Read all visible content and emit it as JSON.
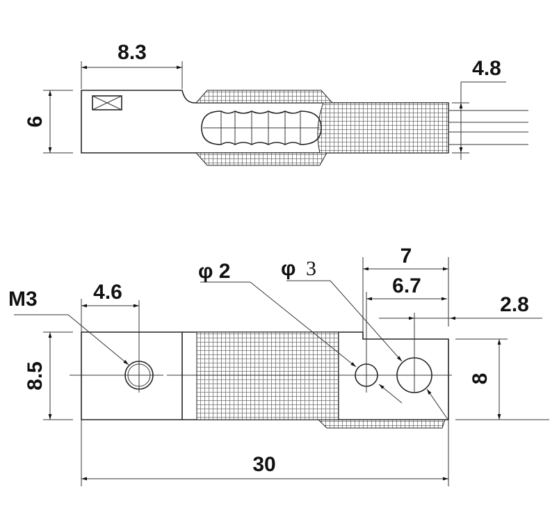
{
  "top_view": {
    "dim_length_tab": "8.3",
    "dim_height": "6",
    "dim_wire_bundle": "4.8"
  },
  "bottom_view": {
    "label_m3": "M3",
    "dim_m3_offset": "4.6",
    "label_phi2": "φ 2",
    "label_phi3_symbol": "φ",
    "label_phi3_value": "3",
    "dim_7": "7",
    "dim_6_7": "6.7",
    "dim_2_8": "2.8",
    "dim_height_left": "8.5",
    "dim_height_right": "8",
    "dim_total_length": "30"
  },
  "colors": {
    "line": "#222222",
    "background": "#ffffff"
  }
}
